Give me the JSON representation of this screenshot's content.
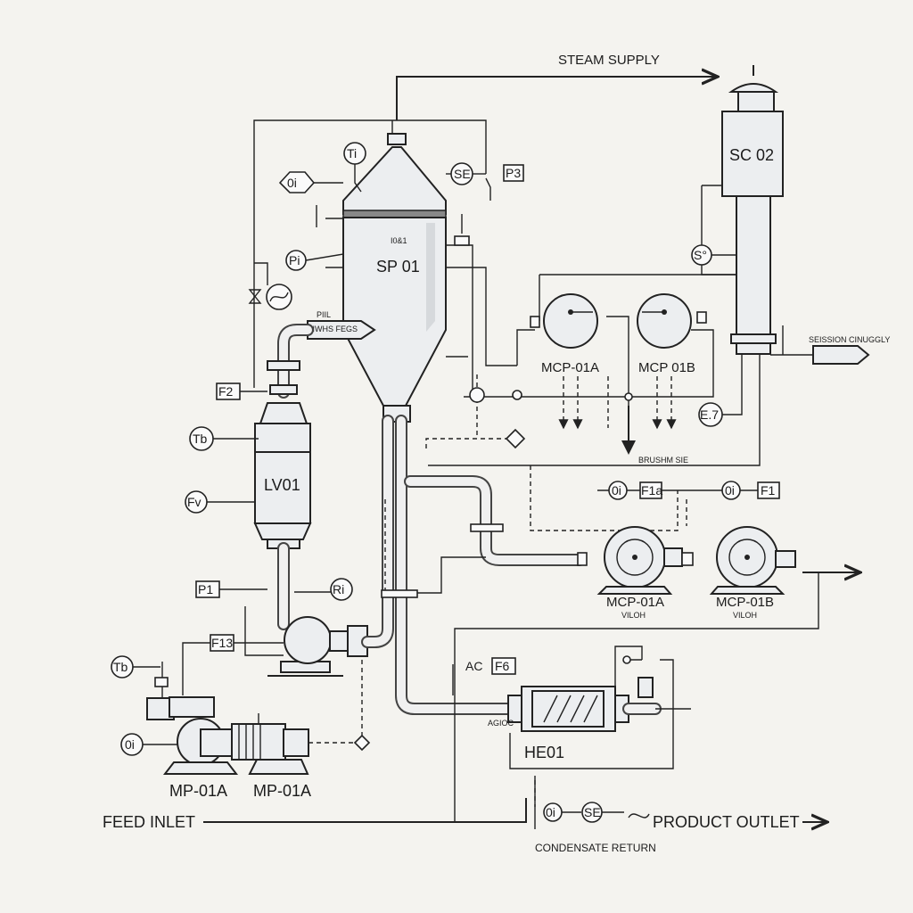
{
  "labels": {
    "steam_supply": "STEAM SUPPLY",
    "feed_inlet": "FEED INLET",
    "product_outlet": "PRODUCT OUTLET",
    "condensate_return": "CONDENSATE RETURN",
    "sp01": "SP 01",
    "sp01_sub": "I0&1",
    "sc02": "SC 02",
    "lv01": "LV01",
    "he01": "HE01",
    "mcp01a_top": "MCP-01A",
    "mcp01b_top": "MCP 01B",
    "mcp01a_bot": "MCP-01A",
    "mcp01b_bot": "MCP-01B",
    "mp01a_1": "MP-01A",
    "mp01a_2": "MP-01A",
    "vilon_1": "VILOH",
    "vilon_2": "VILOH",
    "right_outlet_small": "SEISSION CINUGGLY",
    "center_small": "BRUSHM SIE",
    "fil_label": "PIIL",
    "fil_sub": "SIIWHS FEGS",
    "he_small": "AGIOC",
    "ac_label": "AC"
  },
  "instruments": {
    "ti": "Ti",
    "o_top": "0i",
    "se_top": "SE",
    "p3": "P3",
    "pi": "Pi",
    "s_sc": "S°",
    "f2": "F2",
    "tb_mid": "Tb",
    "fv": "Fv",
    "p1": "P1",
    "ri": "Ri",
    "f13": "F13",
    "tb_low": "Tb",
    "o_low": "0i",
    "e7": "E.7",
    "o_f1a": "0i",
    "f1a": "F1a",
    "o_f1": "0i",
    "f1": "F1",
    "f6": "F6",
    "o_out": "0i",
    "se_out": "SE"
  }
}
